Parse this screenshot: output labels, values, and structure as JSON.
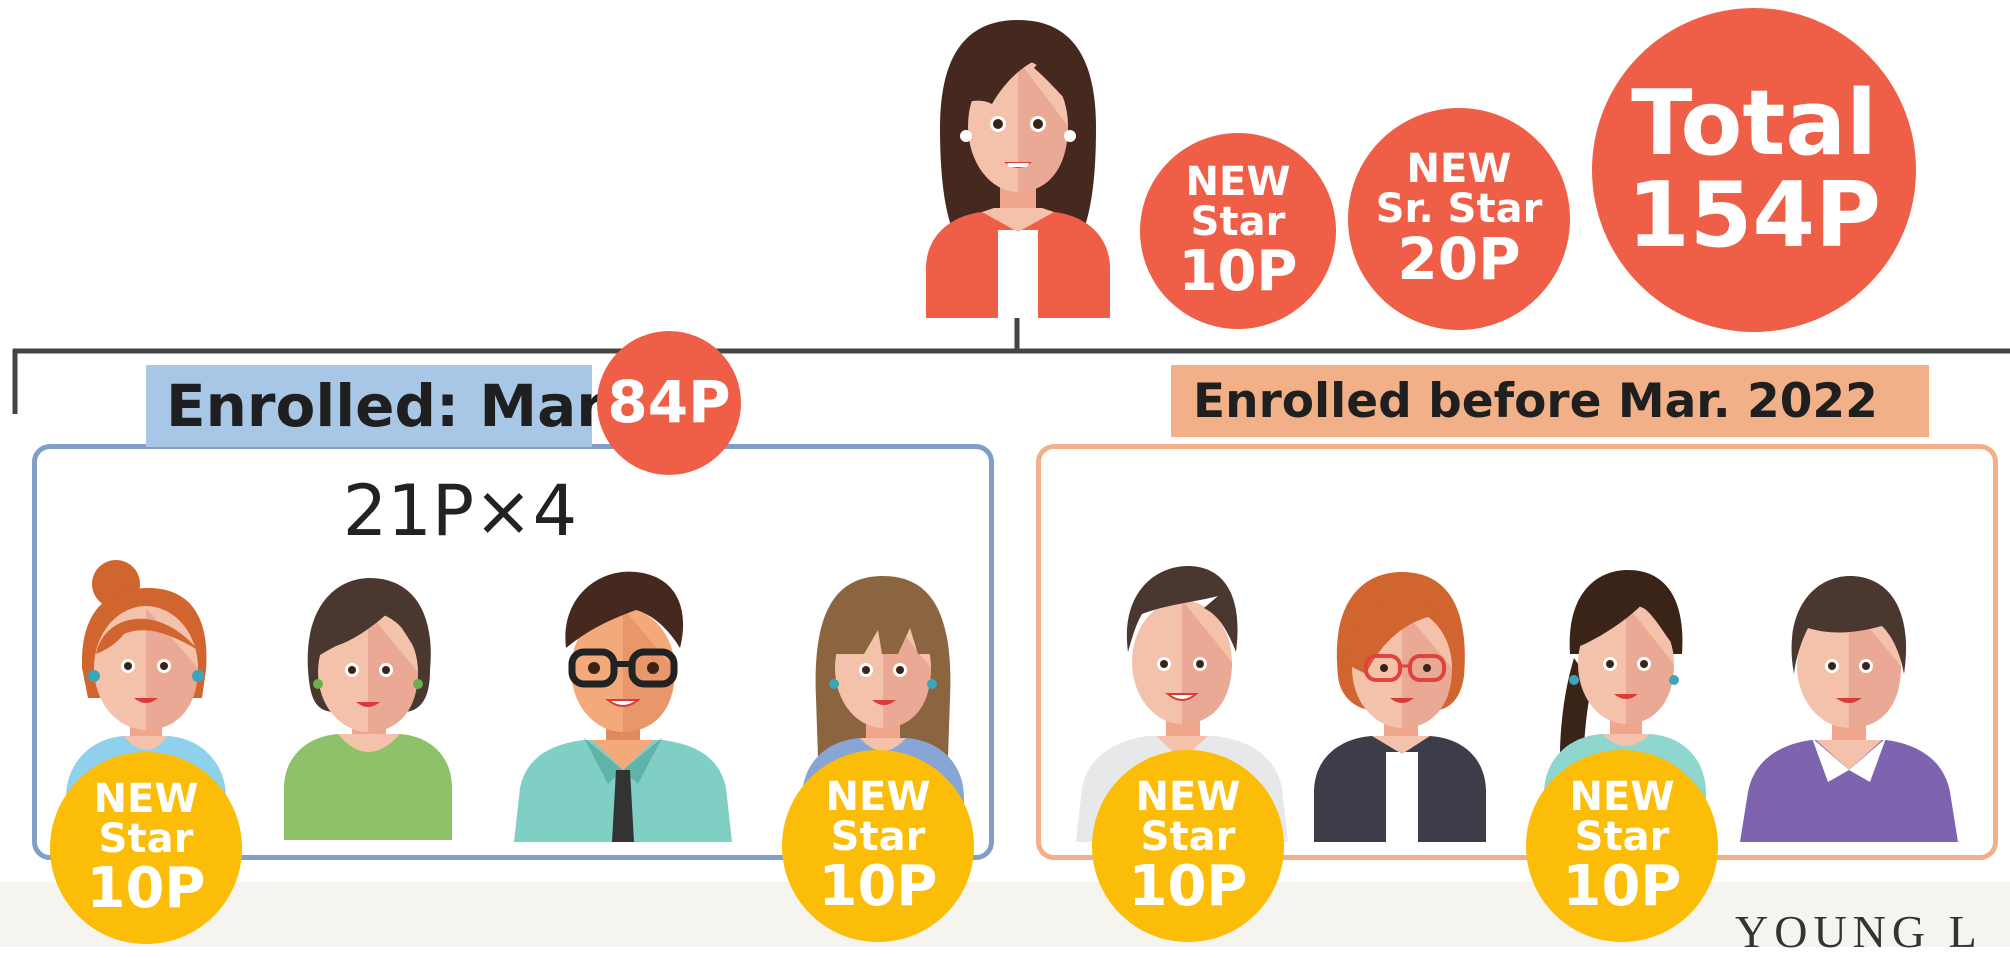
{
  "top_badges": {
    "star": {
      "line1": "NEW",
      "line2": "Star",
      "points": "10P"
    },
    "sr_star": {
      "line1": "NEW",
      "line2": "Sr. Star",
      "points": "20P"
    },
    "total": {
      "line1": "Total",
      "points": "154P"
    }
  },
  "left_group": {
    "label": "Enrolled: Mar",
    "points": "84P",
    "calculation": "21P×4"
  },
  "right_group": {
    "label": "Enrolled before Mar. 2022"
  },
  "member_badge": {
    "line1": "NEW",
    "line2": "Star",
    "points": "10P"
  },
  "brand": "YOUNG L",
  "colors": {
    "accent_red": "#ef5f48",
    "badge_gold": "#fbbd08",
    "left_border": "#7f9fc9",
    "left_label_bg": "#a8c7e6",
    "right_border": "#f1b088"
  }
}
